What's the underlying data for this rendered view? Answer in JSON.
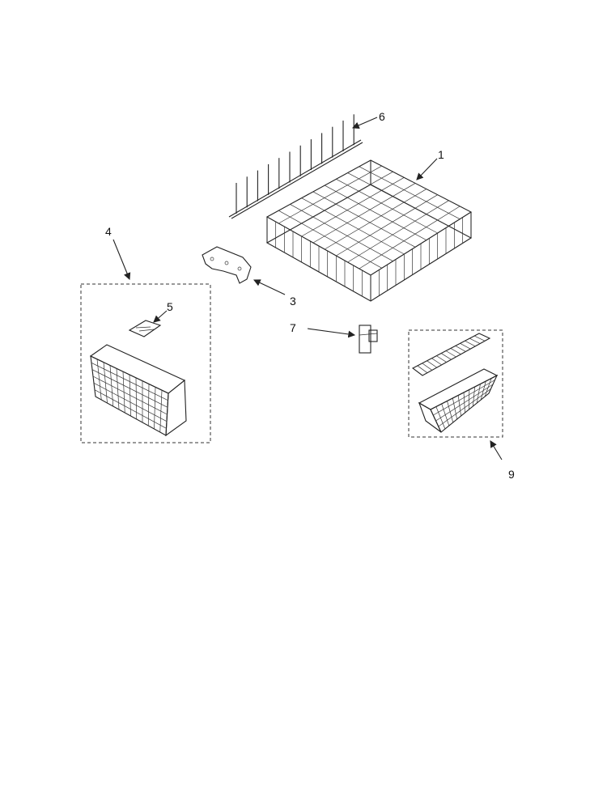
{
  "callouts": {
    "c1": "1",
    "c3": "3",
    "c4": "4",
    "c5": "5",
    "c6": "6",
    "c7": "7",
    "c9": "9"
  },
  "colors": {
    "ink": "#222222",
    "paper": "#ffffff"
  }
}
